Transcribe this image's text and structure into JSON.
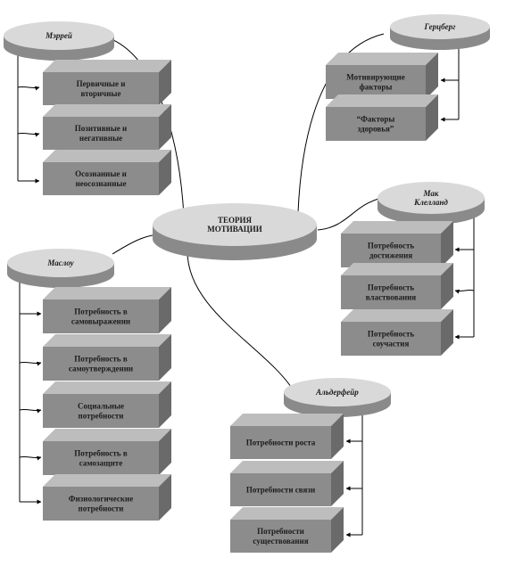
{
  "center": {
    "lines": [
      "ТЕОРИЯ",
      "МОТИВАЦИИ"
    ]
  },
  "theorists": {
    "murray": "Мэррей",
    "herzberg": "Герцберг",
    "mcclelland": [
      "Мак",
      "Клелланд"
    ],
    "maslow": "Маслоу",
    "alderfer": "Альдерфейр"
  },
  "murray_boxes": [
    [
      "Первичные и",
      "вторичные"
    ],
    [
      "Позитивные и",
      "негативные"
    ],
    [
      "Осознанные и",
      "неосознанные"
    ]
  ],
  "herzberg_boxes": [
    [
      "Мотивирующие",
      "факторы"
    ],
    [
      "“Факторы",
      "здоровья”"
    ]
  ],
  "mcclelland_boxes": [
    [
      "Потребность",
      "достижения"
    ],
    [
      "Потребность",
      "властвования"
    ],
    [
      "Потребность",
      "соучастия"
    ]
  ],
  "maslow_boxes": [
    [
      "Потребность в",
      "самовыражении"
    ],
    [
      "Потребность в",
      "самоутверждении"
    ],
    [
      "Социальные",
      "потребности"
    ],
    [
      "Потребность в",
      "самозащите"
    ],
    [
      "Физиологические",
      "потребности"
    ]
  ],
  "alderfer_boxes": [
    [
      "Потребности роста"
    ],
    [
      "Потребности связи"
    ],
    [
      "Потребности",
      "существования"
    ]
  ],
  "colors": {
    "box_front": "#8c8c8c",
    "box_top": "#bdbdbd",
    "box_side": "#6a6a6a",
    "ellipse_top": "#d9d9d9",
    "ellipse_side": "#8a8a8a",
    "line": "#000000"
  }
}
